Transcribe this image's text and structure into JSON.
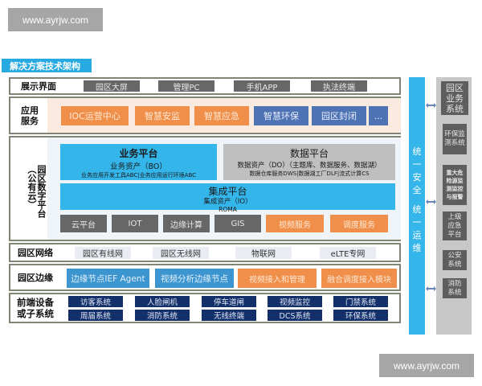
{
  "watermarks": {
    "top": "www.ayrjw.com",
    "bottom": "www.ayrjw.com"
  },
  "section_title": "解决方案技术架构",
  "rows": {
    "display": {
      "label": "展示界面",
      "items": [
        "园区大屏",
        "管理PC",
        "手机APP",
        "执法终端"
      ]
    },
    "app_services": {
      "label_line1": "应用",
      "label_line2": "服务",
      "orange_items": [
        "IOC运营中心",
        "智慧安监",
        "智慧应急"
      ],
      "blue_items": [
        "智慧环保",
        "园区封闭",
        "..."
      ]
    },
    "digital_platform": {
      "label_main": "园区数字平台",
      "label_sub": "（公有云）",
      "business_platform": {
        "title": "业务平台",
        "sub": "业务资产（BO）",
        "sub2": "业务应用开发工具ABC|业务应用运行环境ABC"
      },
      "data_platform": {
        "title": "数据平台",
        "sub": "数据资产（DO）（主题库、数据服务、数据湖）",
        "sub2": "数据仓库服务DWS|数据湖工厂DLF|流式计算CS"
      },
      "integration_platform": {
        "title": "集成平台",
        "sub": "集成资产（IO）",
        "sub2": "ROMA"
      },
      "gray_items": [
        "云平台",
        "IOT",
        "边缘计算",
        "GIS"
      ],
      "orange_items": [
        "视频服务",
        "调度服务"
      ]
    },
    "network": {
      "label": "园区网络",
      "items": [
        "园区有线网",
        "园区无线网",
        "物联网",
        "eLTE专网"
      ]
    },
    "edge": {
      "label": "园区边缘",
      "blue_items": [
        "边缘节点IEF Agent",
        "视频分析边缘节点"
      ],
      "orange_items": [
        "视频接入和管理",
        "融合调度接入模块"
      ]
    },
    "frontend": {
      "label_line1": "前端设备",
      "label_line2": "或子系统",
      "row1": [
        "访客系统",
        "人脸闸机",
        "停车道闸",
        "视频监控",
        "门禁系统"
      ],
      "row2": [
        "周届系统",
        "消防系统",
        "无线终端",
        "DCS系统",
        "环保系统"
      ]
    }
  },
  "side_bar": {
    "chars": [
      "统",
      "一",
      "安",
      "全",
      "",
      "统",
      "一",
      "运",
      "维"
    ]
  },
  "right_panel": {
    "header": "园区业务系统",
    "items": [
      "环保监测系统",
      "重大危险源监测监控与报警",
      "上级应急平台",
      "公安系统",
      "消防系统"
    ]
  },
  "colors": {
    "cyan": "#35b6ea",
    "orange": "#f08f4a",
    "dark_blue": "#4e73b5",
    "navy": "#13306a",
    "gray": "#676767",
    "border": "#7f8573"
  }
}
